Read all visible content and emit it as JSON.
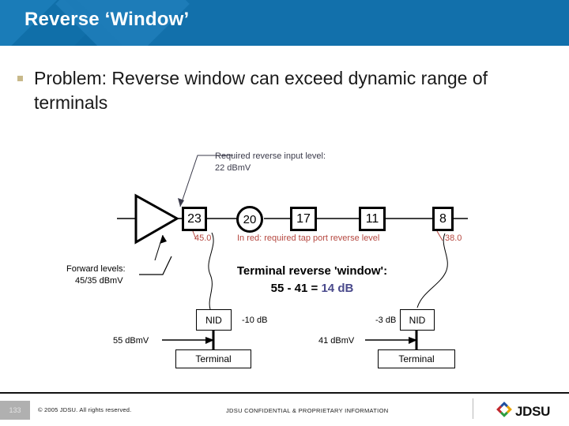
{
  "header": {
    "title": "Reverse ‘Window’",
    "bg_color": "#1270ab"
  },
  "body": {
    "bullet_text": "Problem: Reverse window can exceed dynamic range of terminals",
    "bullet_color": "#c8b98a"
  },
  "diagram": {
    "top_annotation_line1": "Required reverse input level:",
    "top_annotation_line2": "22 dBmV",
    "amplifier_label": "amplifier-triangle",
    "taps": [
      {
        "value": "23",
        "shape": "square"
      },
      {
        "value": "20",
        "shape": "circle"
      },
      {
        "value": "17",
        "shape": "square"
      },
      {
        "value": "11",
        "shape": "square"
      },
      {
        "value": "8",
        "shape": "square"
      }
    ],
    "red_left_value": "45.0",
    "red_legend": "In red: required tap port reverse level",
    "red_right_value": "38.0",
    "red_color": "#b5473f",
    "forward_levels_line1": "Forward levels:",
    "forward_levels_line2": "45/35 dBmV",
    "window_title": "Terminal reverse 'window':",
    "window_calc_prefix": "55 - 41 = ",
    "window_calc_accent": "14 dB",
    "window_accent_color": "#4a4a8c",
    "left_branch": {
      "nid": "NID",
      "loss": "-10 dB",
      "level": "55 dBmV",
      "terminal": "Terminal"
    },
    "right_branch": {
      "nid": "NID",
      "loss": "-3 dB",
      "level": "41 dBmV",
      "terminal": "Terminal"
    }
  },
  "footer": {
    "page_number": "133",
    "copyright": "© 2005 JDSU. All rights reserved.",
    "confidential": "JDSU CONFIDENTIAL & PROPRIETARY INFORMATION",
    "logo_text": "JDSU"
  }
}
